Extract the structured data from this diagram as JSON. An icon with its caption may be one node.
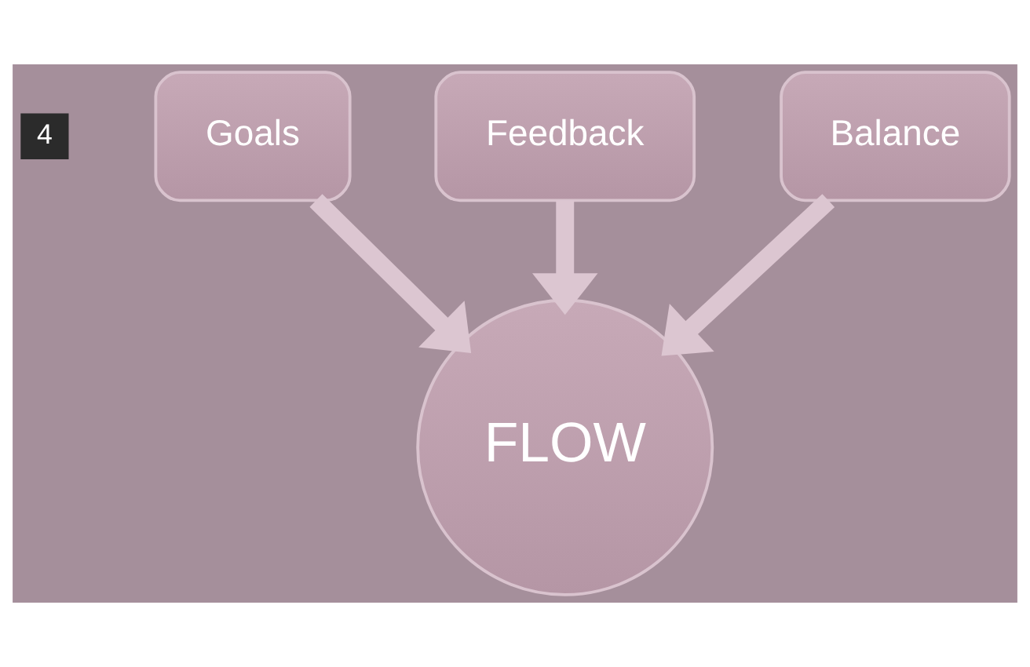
{
  "diagram": {
    "nodes": [
      {
        "text": [
          "Goals"
        ]
      },
      {
        "text": [
          "Feedback"
        ]
      },
      {
        "text": [
          "Balance"
        ]
      },
      {
        "text": [
          "FLOW"
        ]
      }
    ],
    "edges": [
      {
        "from": 0,
        "to": 3,
        "arrow": "to"
      },
      {
        "from": 1,
        "to": 3,
        "arrow": "to"
      },
      {
        "from": 2,
        "to": 3,
        "arrow": "to"
      }
    ],
    "labels": [
      "4"
    ]
  }
}
